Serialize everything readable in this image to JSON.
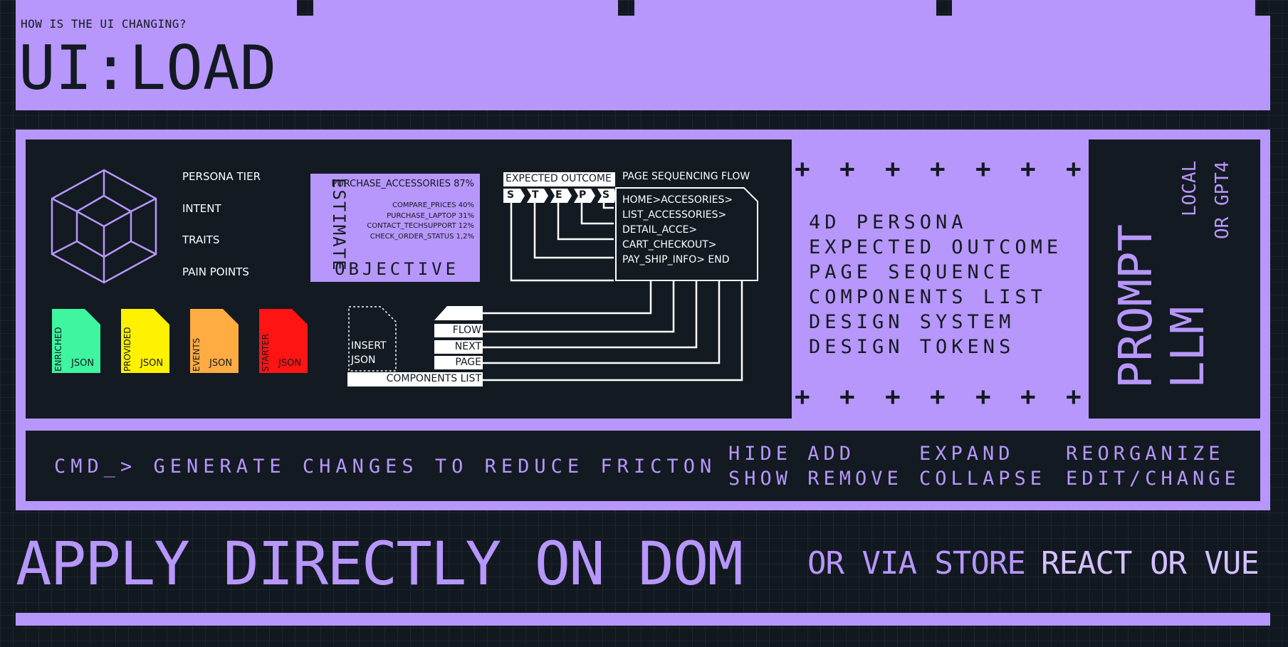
{
  "header": {
    "question": "HOW IS THE UI CHANGING?",
    "title": "UI:LOAD"
  },
  "persona": {
    "labels": [
      "PERSONA TIER",
      "INTENT",
      "TRAITS",
      "PAIN POINTS"
    ]
  },
  "estimate": {
    "side_label": "ESTIMATE",
    "bottom_label": "OBJECTIVE",
    "primary": "PURCHASE_ACCESSORIES 87%",
    "items": [
      "COMPARE_PRICES 40%",
      "PURCHASE_LAPTOP 31%",
      "CONTACT_TECHSUPPORT 12%",
      "CHECK_ORDER_STATUS 1,2%"
    ]
  },
  "files": [
    {
      "label": "ENRICHED",
      "ext": "JSON",
      "color": "#3ff5a0"
    },
    {
      "label": "PROVIDED",
      "ext": "JSON",
      "color": "#fff200"
    },
    {
      "label": "EVENTS",
      "ext": "JSON",
      "color": "#ffac42"
    },
    {
      "label": "STARTER",
      "ext": "JSON",
      "color": "#ff1414"
    }
  ],
  "insert": {
    "line1": "INSERT",
    "line2": "JSON"
  },
  "components": {
    "tabs": [
      "FLOW",
      "NEXT",
      "PAGE"
    ],
    "list_label": "COMPONENTS LIST"
  },
  "outcome": {
    "label": "EXPECTED OUTCOME",
    "steps": [
      "S",
      "T",
      "E",
      "P",
      "S"
    ]
  },
  "sequencing": {
    "label": "PAGE SEQUENCING FLOW",
    "lines": [
      "HOME>ACCESORIES>",
      "LIST_ACCESSORIES>",
      "DETAIL_ACCE>",
      "CART_CHECKOUT>",
      "PAY_SHIP_INFO> END"
    ]
  },
  "prompt_list": {
    "items": [
      "4D PERSONA",
      "EXPECTED OUTCOME",
      "PAGE SEQUENCE",
      "COMPONENTS LIST",
      "DESIGN SYSTEM",
      "DESIGN TOKENS"
    ]
  },
  "llm": {
    "prompt": "PROMPT",
    "llm": "LLM",
    "local": "LOCAL",
    "or_gpt": "OR GPT4"
  },
  "command": {
    "text": "CMD_> GENERATE CHANGES TO REDUCE FRICTON",
    "actions": [
      {
        "top": "HIDE ADD",
        "bottom": "SHOW REMOVE"
      },
      {
        "top": "EXPAND",
        "bottom": "COLLAPSE"
      },
      {
        "top": "REORGANIZE",
        "bottom": "EDIT/CHANGE"
      }
    ]
  },
  "footer": {
    "main": "APPLY DIRECTLY ON DOM",
    "sub1": "OR VIA STORE",
    "sub2": "REACT OR VUE"
  },
  "colors": {
    "accent": "#b797fb",
    "panel": "#131a22",
    "background": "#121820"
  }
}
